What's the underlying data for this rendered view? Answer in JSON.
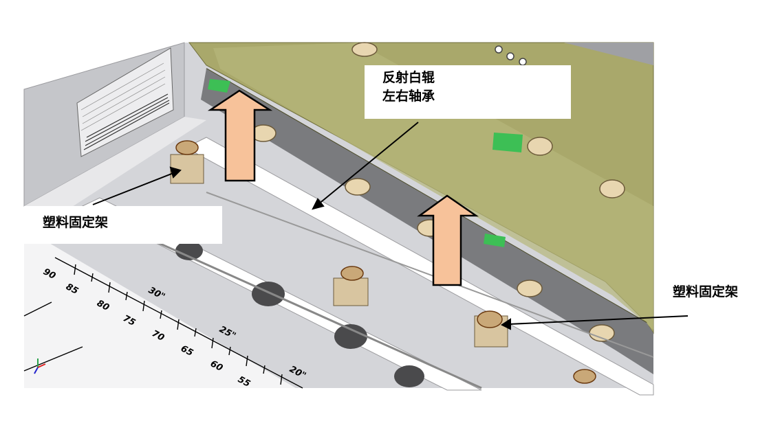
{
  "labels": {
    "reflective_roller_bearing_line1": "反射白辊",
    "reflective_roller_bearing_line2": "左右轴承",
    "plastic_bracket_left": "塑料固定架",
    "plastic_bracket_right": "塑料固定架"
  },
  "scale": {
    "cm_ticks": [
      "90",
      "85",
      "80",
      "75",
      "70",
      "65",
      "60",
      "55"
    ],
    "inch_ticks": [
      "30\"",
      "25\"",
      "20\""
    ]
  },
  "colors": {
    "arrow_fill": "#f7c29a",
    "arrow_stroke": "#000000",
    "housing": "#cfd0d4",
    "glass_panel": "#a8a86a",
    "roller": "#ffffff",
    "rubber_roller": "#4a4a4c",
    "bearing": "#c9a878",
    "green_clip": "#3dbf55"
  }
}
